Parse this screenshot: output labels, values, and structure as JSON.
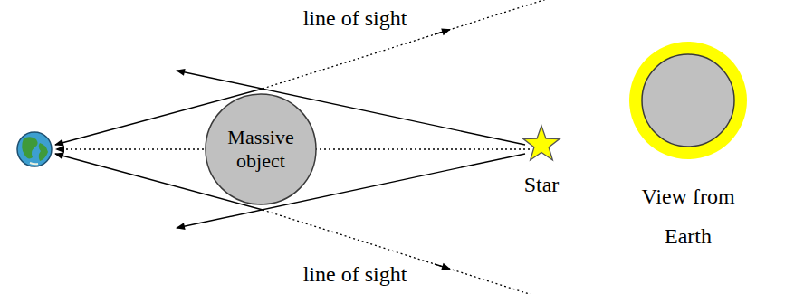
{
  "diagram": {
    "nodes": [
      {
        "text": [
          "Massive object"
        ]
      },
      {
        "text": [
          "Star"
        ]
      },
      {
        "text": [
          "View from Earth"
        ]
      }
    ],
    "labels": [
      "line of sight",
      "line of sight"
    ]
  }
}
